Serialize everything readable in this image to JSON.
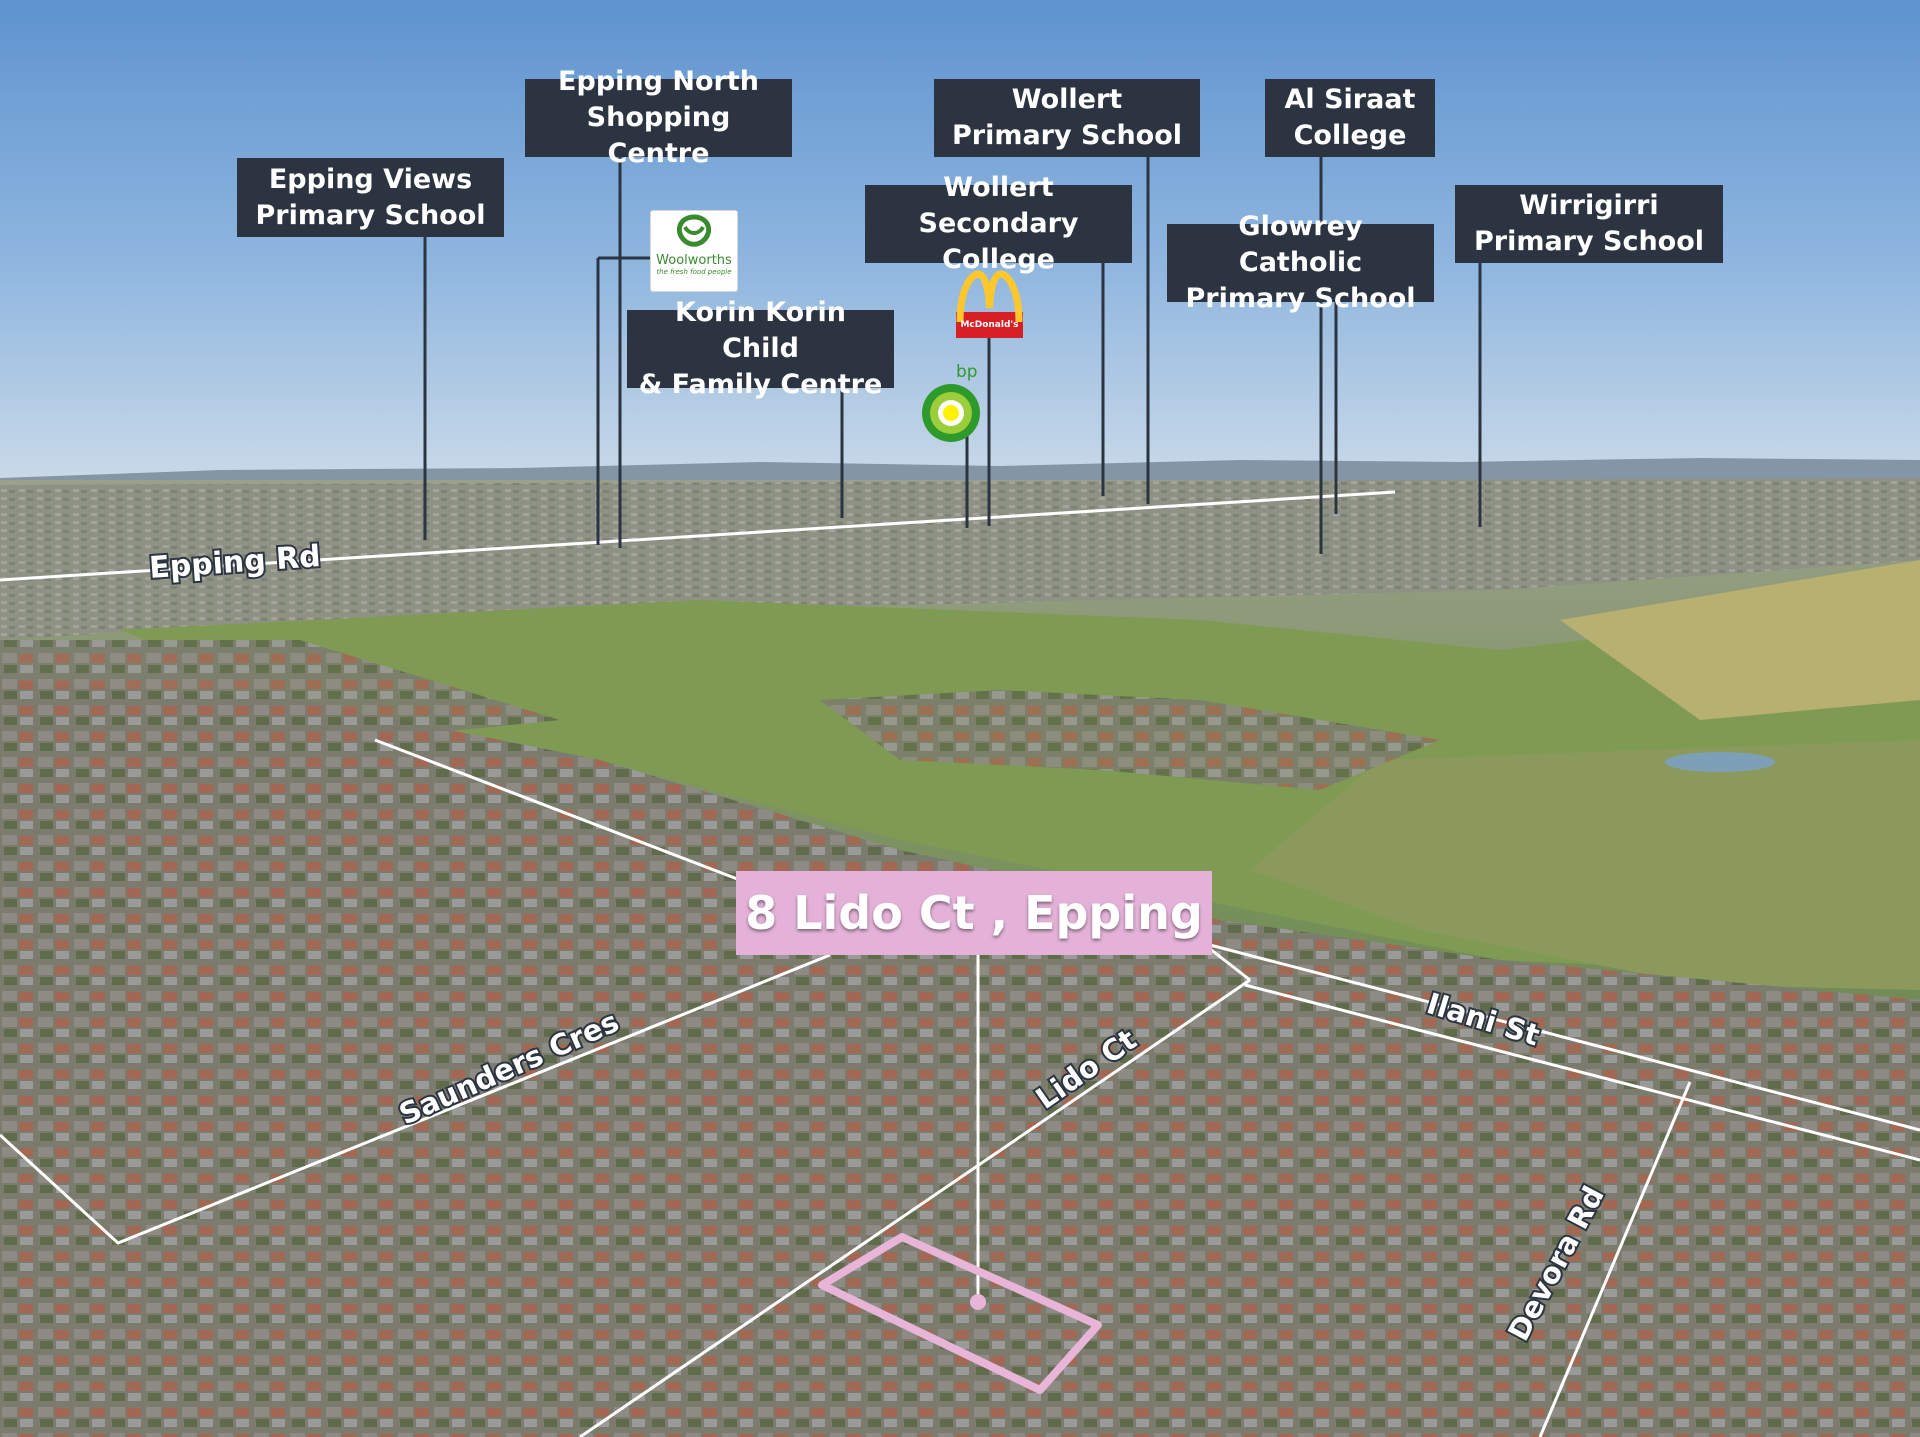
{
  "title": "8 Lido Ct , Epping",
  "colors": {
    "label_bg": "#2b3440",
    "label_text": "#ffffff",
    "address_bg": "#e4b2d8",
    "property_outline": "#e8b4d8",
    "pointer_line": "#2b3440"
  },
  "landmarks": [
    {
      "id": "epping-views",
      "name": "Epping Views\nPrimary School"
    },
    {
      "id": "epping-north",
      "name": "Epping North\nShopping Centre"
    },
    {
      "id": "korin-korin",
      "name": "Korin Korin Child\n& Family Centre"
    },
    {
      "id": "wollert-secondary",
      "name": "Wollert\nSecondary College"
    },
    {
      "id": "wollert-primary",
      "name": "Wollert\nPrimary School"
    },
    {
      "id": "al-siraat",
      "name": "Al Siraat\nCollege"
    },
    {
      "id": "glowrey",
      "name": "Glowrey Catholic\nPrimary School"
    },
    {
      "id": "wirrigirri",
      "name": "Wirrigirri\nPrimary School"
    }
  ],
  "logos": [
    {
      "id": "woolworths",
      "icon": "woolworths-logo",
      "text": "Woolworths",
      "tagline": "the fresh food people"
    },
    {
      "id": "mcdonalds",
      "icon": "mcdonalds-logo",
      "text": "McDonald's"
    },
    {
      "id": "bp",
      "icon": "bp-logo",
      "text": "bp"
    }
  ],
  "streets": [
    {
      "id": "epping-rd",
      "name": "Epping Rd"
    },
    {
      "id": "saunders-cres",
      "name": "Saunders Cres"
    },
    {
      "id": "lido-ct",
      "name": "Lido Ct"
    },
    {
      "id": "ilani-st",
      "name": "Ilani St"
    },
    {
      "id": "devora-rd",
      "name": "Devora Rd"
    }
  ]
}
